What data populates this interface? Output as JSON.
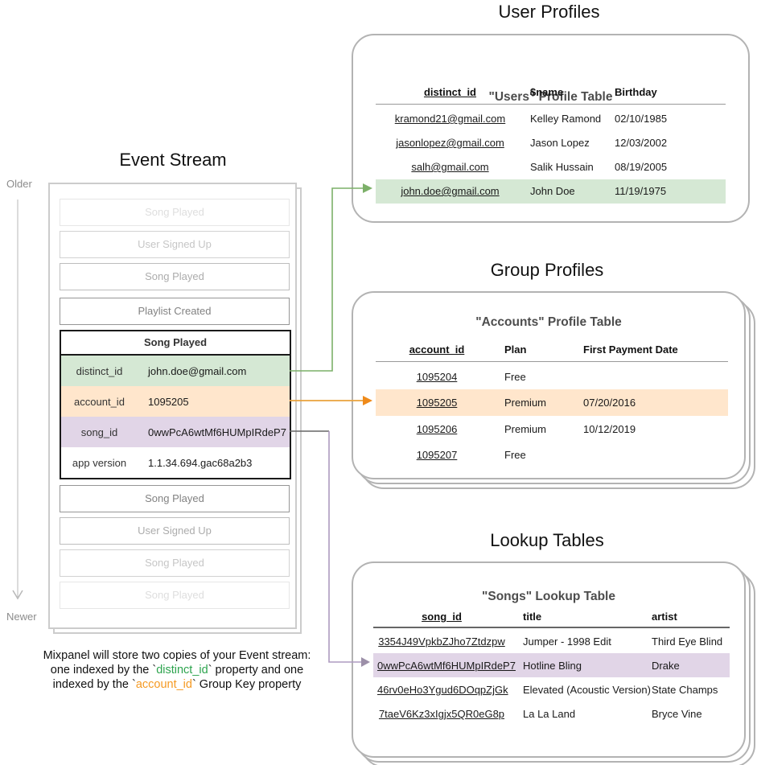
{
  "titles": {
    "event_stream": "Event Stream",
    "user_profiles": "User Profiles",
    "group_profiles": "Group Profiles",
    "lookup_tables": "Lookup Tables"
  },
  "timeline": {
    "older": "Older",
    "newer": "Newer"
  },
  "event_stream": {
    "events_before": [
      {
        "label": "Song Played"
      },
      {
        "label": "User Signed Up"
      },
      {
        "label": "Song Played"
      },
      {
        "label": "Playlist Created"
      }
    ],
    "expanded_event": {
      "title": "Song Played",
      "properties": [
        {
          "key": "distinct_id",
          "value": "john.doe@gmail.com",
          "highlight": "green"
        },
        {
          "key": "account_id",
          "value": "1095205",
          "highlight": "orange"
        },
        {
          "key": "song_id",
          "value": "0wwPcA6wtMf6HUMpIRdeP7",
          "highlight": "purple"
        },
        {
          "key": "app version",
          "value": "1.1.34.694.gac68a2b3",
          "highlight": "none"
        }
      ]
    },
    "events_after": [
      {
        "label": "Song Played"
      },
      {
        "label": "User Signed Up"
      },
      {
        "label": "Song Played"
      },
      {
        "label": "Song Played"
      }
    ]
  },
  "caption": {
    "line1": "Mixpanel will store two copies of your Event stream:",
    "line2_pre": "one indexed by the `",
    "line2_key": "distinct_id",
    "line2_post": "` property and one",
    "line3_pre": "indexed by the `",
    "line3_key": "account_id",
    "line3_post": "` Group Key property"
  },
  "users_panel": {
    "table_title": "\"Users\" Profile Table",
    "columns": [
      "distinct_id",
      "$name",
      "Birthday"
    ],
    "rows": [
      [
        "kramond21@gmail.com",
        "Kelley Ramond",
        "02/10/1985"
      ],
      [
        "jasonlopez@gmail.com",
        "Jason Lopez",
        "12/03/2002"
      ],
      [
        "salh@gmail.com",
        "Salik Hussain",
        "08/19/2005"
      ],
      [
        "john.doe@gmail.com",
        "John Doe",
        "11/19/1975"
      ]
    ],
    "highlighted_row": "john.doe@gmail.com"
  },
  "accounts_panel": {
    "table_title": "\"Accounts\" Profile Table",
    "columns": [
      "account_id",
      "Plan",
      "First Payment Date"
    ],
    "rows": [
      [
        "1095204",
        "Free",
        ""
      ],
      [
        "1095205",
        "Premium",
        "07/20/2016"
      ],
      [
        "1095206",
        "Premium",
        "10/12/2019"
      ],
      [
        "1095207",
        "Free",
        ""
      ]
    ],
    "highlighted_row": "1095205"
  },
  "songs_panel": {
    "table_title": "\"Songs\" Lookup Table",
    "columns": [
      "song_id",
      "title",
      "artist"
    ],
    "rows": [
      [
        "3354J49VpkbZJho7Ztdzpw",
        "Jumper - 1998 Edit",
        "Third Eye Blind"
      ],
      [
        "0wwPcA6wtMf6HUMpIRdeP7",
        "Hotline Bling",
        "Drake"
      ],
      [
        "46rv0eHo3Ygud6DOqpZjGk",
        "Elevated (Acoustic Version)",
        "State Champs"
      ],
      [
        "7taeV6Kz3xIgjx5QR0eG8p",
        "La La Land",
        "Bryce Vine"
      ]
    ],
    "highlighted_row": "0wwPcA6wtMf6HUMpIRdeP7"
  },
  "colors": {
    "green_fill": "#D5E8D4",
    "orange_fill": "#FFE6CC",
    "purple_fill": "#E1D5E7",
    "green_stroke": "#7CB069",
    "orange_stroke": "#E9A23B",
    "orange_head": "#EF8A1A",
    "purple_stroke": "#AD9BC0",
    "purple_head": "#9C8FA8",
    "gray_stub": "#666666",
    "timeline_gray": "#B8B8B8",
    "caption_green": "#2DA44E",
    "caption_orange": "#F59A23"
  }
}
